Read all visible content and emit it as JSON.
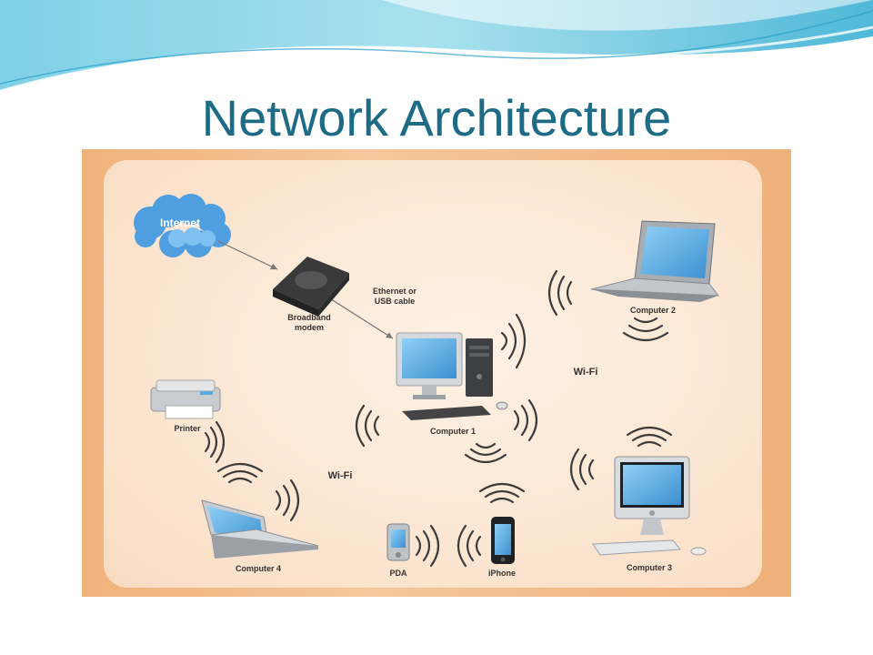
{
  "slide": {
    "title": "Network Architecture"
  },
  "diagram": {
    "nodes": {
      "internet": "Internet",
      "modem_line1": "Broadband",
      "modem_line2": "modem",
      "cable_line1": "Ethernet or",
      "cable_line2": "USB cable",
      "computer1": "Computer 1",
      "computer2": "Computer 2",
      "computer3": "Computer 3",
      "computer4": "Computer 4",
      "printer": "Printer",
      "pda": "PDA",
      "iphone": "iPhone"
    },
    "wifi_label": "Wi-Fi",
    "colors": {
      "title": "#1e6b86",
      "panel": "#f0b27a",
      "cloud": "#4f9fe0",
      "screen": "#5aa9df"
    }
  }
}
